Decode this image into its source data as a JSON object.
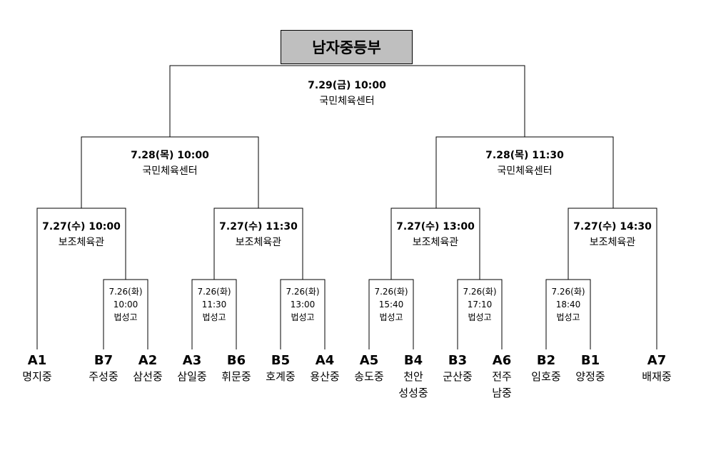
{
  "title": "남자중등부",
  "final": {
    "date": "7.29(금) 10:00",
    "venue": "국민체육센터"
  },
  "semis": [
    {
      "date": "7.28(목) 10:00",
      "venue": "국민체육센터"
    },
    {
      "date": "7.28(목) 11:30",
      "venue": "국민체육센터"
    }
  ],
  "quarters": [
    {
      "date": "7.27(수) 10:00",
      "venue": "보조체육관"
    },
    {
      "date": "7.27(수) 11:30",
      "venue": "보조체육관"
    },
    {
      "date": "7.27(수) 13:00",
      "venue": "보조체육관"
    },
    {
      "date": "7.27(수) 14:30",
      "venue": "보조체육관"
    }
  ],
  "first_round": [
    {
      "date": "7.26(화)",
      "time": "10:00",
      "venue": "법성고"
    },
    {
      "date": "7.26(화)",
      "time": "11:30",
      "venue": "법성고"
    },
    {
      "date": "7.26(화)",
      "time": "13:00",
      "venue": "법성고"
    },
    {
      "date": "7.26(화)",
      "time": "15:40",
      "venue": "법성고"
    },
    {
      "date": "7.26(화)",
      "time": "17:10",
      "venue": "법성고"
    },
    {
      "date": "7.26(화)",
      "time": "18:40",
      "venue": "법성고"
    }
  ],
  "teams": [
    {
      "code": "A1",
      "name": "명지중"
    },
    {
      "code": "B7",
      "name": "주성중"
    },
    {
      "code": "A2",
      "name": "삼선중"
    },
    {
      "code": "A3",
      "name": "삼일중"
    },
    {
      "code": "B6",
      "name": "휘문중"
    },
    {
      "code": "B5",
      "name": "호계중"
    },
    {
      "code": "A4",
      "name": "용산중"
    },
    {
      "code": "A5",
      "name": "송도중"
    },
    {
      "code": "B4",
      "name": "천안",
      "name2": "성성중"
    },
    {
      "code": "B3",
      "name": "군산중"
    },
    {
      "code": "A6",
      "name": "전주",
      "name2": "남중"
    },
    {
      "code": "B2",
      "name": "임호중"
    },
    {
      "code": "B1",
      "name": "양정중"
    },
    {
      "code": "A7",
      "name": "배재중"
    }
  ]
}
